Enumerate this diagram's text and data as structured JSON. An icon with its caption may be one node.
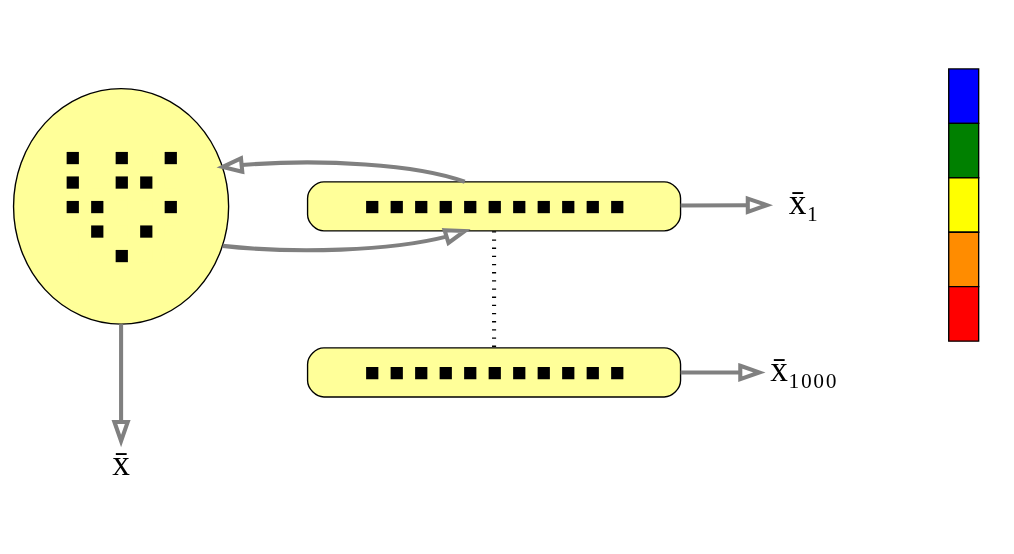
{
  "diagram": {
    "nodes": [
      {
        "text": [],
        "shape": "cloud"
      },
      {
        "text": [],
        "shape": "bar"
      },
      {
        "text": [
          "x̄₁"
        ]
      },
      {
        "text": [],
        "shape": "bar"
      },
      {
        "text": [
          "x̄₁₀₀₀"
        ]
      },
      {
        "text": [
          "x̄"
        ]
      },
      {
        "text": [],
        "shape": "picture"
      }
    ],
    "edges": [
      {
        "from": 0,
        "to": 1,
        "arrow": "to"
      },
      {
        "from": 1,
        "to": 0,
        "arrow": "to"
      },
      {
        "from": 1,
        "to": 2,
        "arrow": "to"
      },
      {
        "from": 1,
        "to": 3,
        "arrow": "none",
        "style": "dashed",
        "color": "#000000"
      },
      {
        "from": 3,
        "to": 4,
        "arrow": "to"
      },
      {
        "from": 0,
        "to": 5,
        "arrow": "to"
      }
    ]
  }
}
